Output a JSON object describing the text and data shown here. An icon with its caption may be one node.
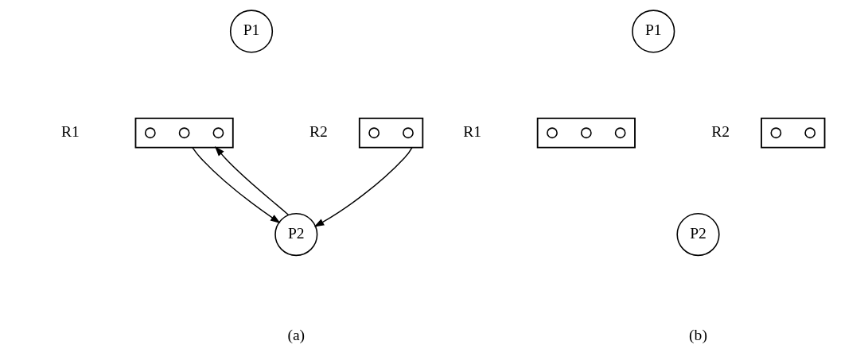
{
  "diagram": {
    "nodes": [
      {
        "text": [
          "P1"
        ]
      },
      {
        "text": [],
        "shape": "box",
        "beside": [
          "R1"
        ]
      },
      {
        "text": [],
        "shape": "circle",
        "in": 1
      },
      {
        "text": [],
        "shape": "circle",
        "in": 1
      },
      {
        "text": [],
        "shape": "circle",
        "in": 1
      },
      {
        "text": [],
        "shape": "box",
        "beside": [
          "R2"
        ]
      },
      {
        "text": [],
        "shape": "circle",
        "in": 5
      },
      {
        "text": [],
        "shape": "circle",
        "in": 5
      },
      {
        "text": [
          "P2"
        ]
      },
      {
        "text": [
          "P1"
        ]
      },
      {
        "text": [],
        "shape": "box",
        "beside": [
          "R1"
        ]
      },
      {
        "text": [],
        "shape": "circle",
        "in": 10
      },
      {
        "text": [],
        "shape": "circle",
        "in": 10
      },
      {
        "text": [],
        "shape": "circle",
        "in": 10
      },
      {
        "text": [],
        "shape": "box",
        "beside": [
          "R2"
        ]
      },
      {
        "text": [],
        "shape": "circle",
        "in": 14
      },
      {
        "text": [],
        "shape": "circle",
        "in": 14
      },
      {
        "text": [
          "P2"
        ]
      }
    ],
    "edges": [
      {
        "from": 1,
        "to": 8,
        "arrow": "to"
      },
      {
        "from": 8,
        "to": 1,
        "arrow": "to"
      },
      {
        "from": 5,
        "to": 8,
        "arrow": "to"
      }
    ],
    "labels": [
      "(a)",
      "(b)"
    ]
  }
}
